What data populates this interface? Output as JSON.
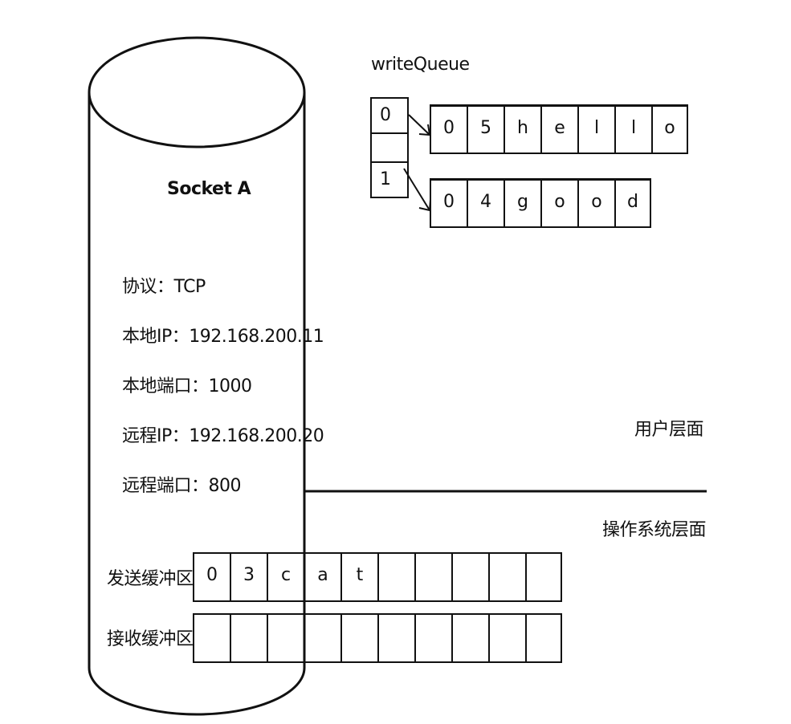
{
  "socket": {
    "title": "Socket A",
    "props": [
      "协议：TCP",
      "本地IP：192.168.200.11",
      "本地端口：1000",
      "远程IP：192.168.200.20",
      "远程端口：800"
    ]
  },
  "write_queue": {
    "title": "writeQueue",
    "indices": [
      "0",
      "1"
    ],
    "entries": [
      [
        "0",
        "5",
        "h",
        "e",
        "l",
        "l",
        "o"
      ],
      [
        "0",
        "4",
        "g",
        "o",
        "o",
        "d"
      ]
    ]
  },
  "layers": {
    "user": "用户层面",
    "os": "操作系统层面"
  },
  "buffers": {
    "send_label": "发送缓冲区",
    "send_cells": [
      "0",
      "3",
      "c",
      "a",
      "t",
      "",
      "",
      "",
      "",
      ""
    ],
    "recv_label": "接收缓冲区",
    "recv_cells": [
      "",
      "",
      "",
      "",
      "",
      "",
      "",
      "",
      "",
      ""
    ]
  }
}
